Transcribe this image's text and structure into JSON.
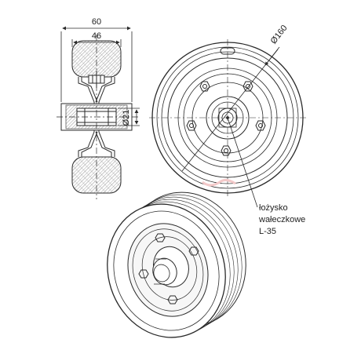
{
  "dimensions": {
    "overall_width": "60",
    "tread_width": "46",
    "axle_diameter": "Ø21",
    "wheel_diameter": "Ø160"
  },
  "bearing_note": {
    "line1": "łożysko",
    "line2": "wałeczkowe",
    "line3": "L-35"
  },
  "colors": {
    "line": "#2a2a2a",
    "hatch": "#9a9a9a",
    "light_fill": "#f4f4f4",
    "watermark": "#f3c9c9"
  }
}
